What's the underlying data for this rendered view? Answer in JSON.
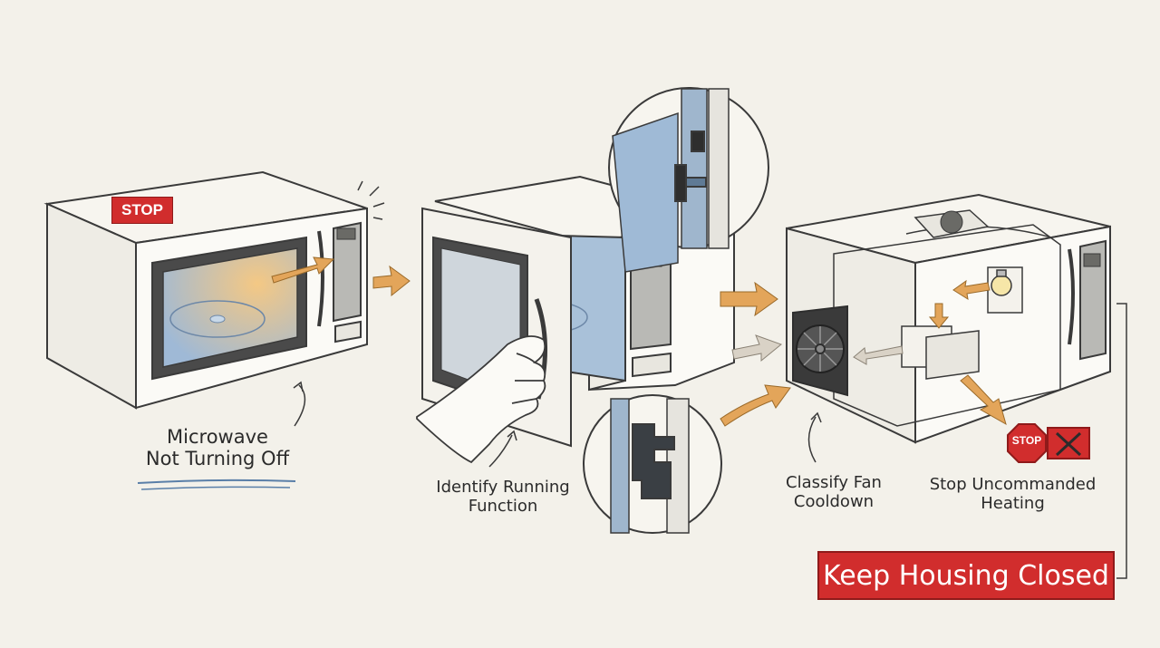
{
  "labels": {
    "stop_tag": "STOP",
    "step1_line1": "Microwave",
    "step1_line2": "Not Turning Off",
    "step2_line1": "Identify Running",
    "step2_line2": "Function",
    "step3_line1": "Classify Fan",
    "step3_line2": "Cooldown",
    "step4_line1": "Stop Uncommanded",
    "step4_line2": "Heating",
    "stop_sign": "STOP",
    "banner": "Keep Housing Closed"
  },
  "colors": {
    "arrow": "#e3a55a",
    "alert_red": "#d12d2d",
    "glass_blue": "#aec6de",
    "outline": "#3a3a3a",
    "paper": "#f3f1ea"
  },
  "icons": [
    "stop-sign-icon",
    "x-mark-icon",
    "fan-icon",
    "lamp-icon",
    "door-latch-icon"
  ]
}
